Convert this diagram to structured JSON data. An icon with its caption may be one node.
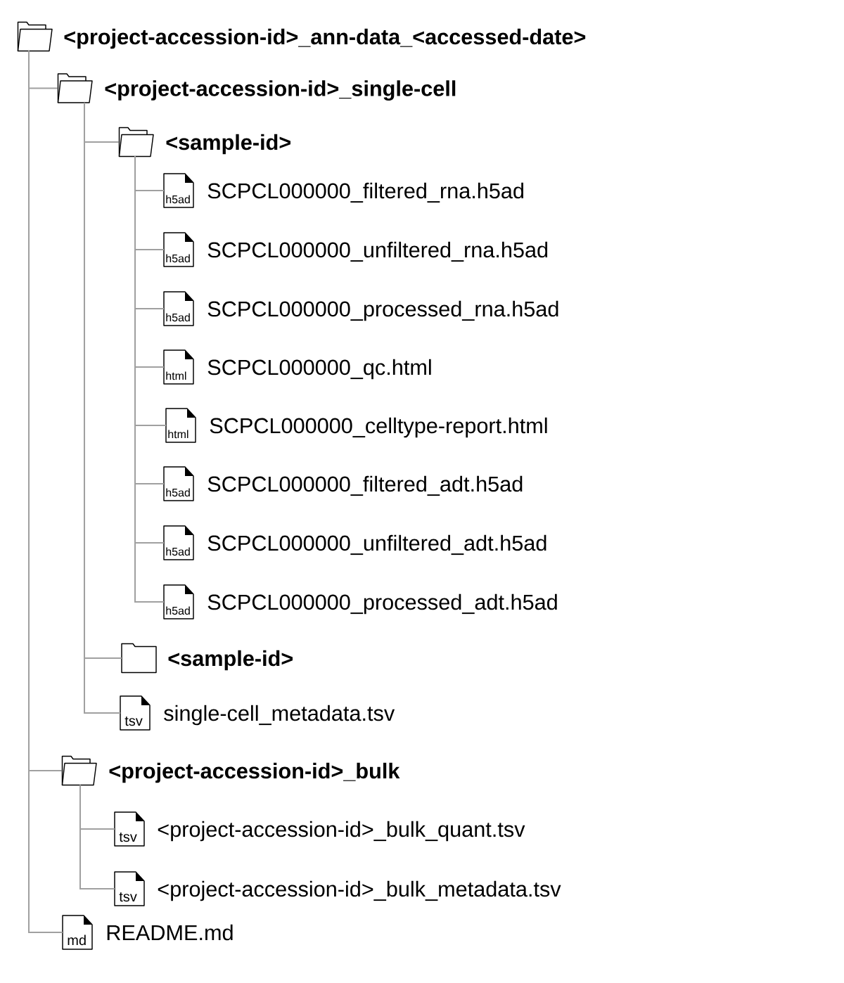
{
  "diagram": {
    "nodes": [
      {
        "text": [],
        "shape": "folder",
        "beside": [
          "<project-accession-id>_ann-data_<accessed-date>"
        ]
      },
      {
        "text": [],
        "shape": "folder",
        "beside": [
          "<project-accession-id>_single-cell"
        ]
      },
      {
        "text": [],
        "shape": "folder",
        "beside": [
          "<sample-id>"
        ]
      },
      {
        "text": [
          "h5ad"
        ],
        "beside": [
          "SCPCL000000_filtered_rna.h5ad"
        ]
      },
      {
        "text": [
          "h5ad"
        ],
        "beside": [
          "SCPCL000000_unfiltered_rna.h5ad"
        ]
      },
      {
        "text": [
          "h5ad"
        ],
        "beside": [
          "SCPCL000000_processed_rna.h5ad"
        ]
      },
      {
        "text": [
          "html"
        ],
        "beside": [
          "SCPCL000000_qc.html"
        ]
      },
      {
        "text": [
          "html"
        ],
        "beside": [
          "SCPCL000000_celltype-report.html"
        ]
      },
      {
        "text": [
          "h5ad"
        ],
        "beside": [
          "SCPCL000000_filtered_adt.h5ad"
        ]
      },
      {
        "text": [
          "h5ad"
        ],
        "beside": [
          "SCPCL000000_unfiltered_adt.h5ad"
        ]
      },
      {
        "text": [
          "h5ad"
        ],
        "beside": [
          "SCPCL000000_processed_adt.h5ad"
        ]
      },
      {
        "text": [],
        "shape": "folder",
        "beside": [
          "<sample-id>"
        ]
      },
      {
        "text": [
          "tsv"
        ],
        "beside": [
          "single-cell_metadata.tsv"
        ]
      },
      {
        "text": [],
        "shape": "folder",
        "beside": [
          "<project-accession-id>_bulk"
        ]
      },
      {
        "text": [
          "tsv"
        ],
        "beside": [
          "<project-accession-id>_bulk_quant.tsv"
        ]
      },
      {
        "text": [
          "tsv"
        ],
        "beside": [
          "<project-accession-id>_bulk_metadata.tsv"
        ]
      },
      {
        "text": [
          "md"
        ],
        "beside": [
          "README.md"
        ]
      }
    ],
    "edges": [
      {
        "from": 0,
        "to": 1,
        "arrow": "none"
      },
      {
        "from": 0,
        "to": 13,
        "arrow": "none"
      },
      {
        "from": 0,
        "to": 16,
        "arrow": "none"
      },
      {
        "from": 1,
        "to": 2,
        "arrow": "none"
      },
      {
        "from": 1,
        "to": 11,
        "arrow": "none"
      },
      {
        "from": 1,
        "to": 12,
        "arrow": "none"
      },
      {
        "from": 2,
        "to": 3,
        "arrow": "none"
      },
      {
        "from": 2,
        "to": 4,
        "arrow": "none"
      },
      {
        "from": 2,
        "to": 5,
        "arrow": "none"
      },
      {
        "from": 2,
        "to": 6,
        "arrow": "none"
      },
      {
        "from": 2,
        "to": 7,
        "arrow": "none"
      },
      {
        "from": 2,
        "to": 8,
        "arrow": "none"
      },
      {
        "from": 2,
        "to": 9,
        "arrow": "none"
      },
      {
        "from": 2,
        "to": 10,
        "arrow": "none"
      },
      {
        "from": 13,
        "to": 14,
        "arrow": "none"
      },
      {
        "from": 13,
        "to": 15,
        "arrow": "none"
      }
    ]
  }
}
